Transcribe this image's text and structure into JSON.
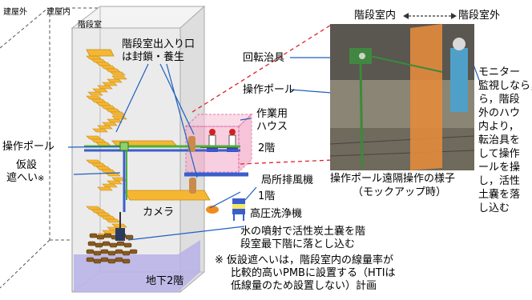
{
  "labels": {
    "outside": "建屋外",
    "inside": "建屋内",
    "stairwell": "階段室",
    "sealed_line1": "階段室出入り口",
    "sealed_line2": "は封鎖・養生",
    "rotator": "回転治具",
    "operation_pole_right": "操作ポール",
    "work_house_line1": "作業用",
    "work_house_line2": "ハウス",
    "floor2": "2階",
    "operation_pole_left": "操作ポール",
    "temp_shield_line1": "仮設",
    "temp_shield_line2": "遮へい",
    "temp_shield_mark": "※",
    "local_exhaust": "局所排風機",
    "floor1": "1階",
    "camera": "カメラ",
    "high_pressure_washer": "高圧洗浄機",
    "water_jet_line1": "水の噴射で活性炭土嚢を階",
    "water_jet_line2": "段室最下階に落とし込む",
    "note_line1": "※ 仮設遮へいは，階段室内の線量率が",
    "note_line2": "比較的高いPMBに設置する（HTIは",
    "note_line3": "低線量のため設置しない）計画",
    "basement": "地下2階",
    "photo_inside": "階段室内",
    "photo_outside": "階段室外",
    "photo_caption_line1": "操作ポール遠隔操作の様子",
    "photo_caption_line2": "（モックアップ時）",
    "monitor_lines": [
      "モニター",
      "監視しなら，",
      "ら，階段",
      "外のハウ",
      "内より，",
      "転治具を",
      "して操作",
      "ールを操",
      "し，活性",
      "土嚢を落",
      "し込む"
    ]
  },
  "colors": {
    "stair": "#f5b731",
    "sandbag": "#8a5a1e",
    "basement": "#b8b2e8",
    "house": "#f4a9c8",
    "pole_green": "#4caf3a",
    "pole_blue": "#3a5fcd",
    "red_dashed": "#e0202a"
  },
  "icons": [
    "worker-icon",
    "camera-icon",
    "exhaust-fan-icon",
    "washer-icon"
  ]
}
